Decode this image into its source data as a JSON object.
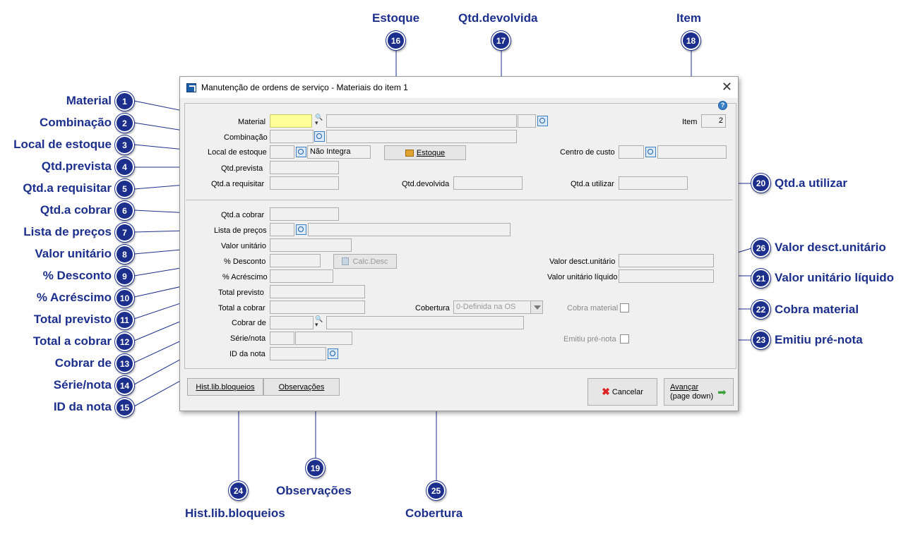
{
  "window": {
    "title": "Manutenção de ordens de serviço - Materiais do item  1",
    "close": "✕"
  },
  "labels": {
    "material": "Material",
    "combinacao": "Combinação",
    "local_estoque": "Local de estoque",
    "qtd_prevista": "Qtd.prevista",
    "qtd_requisitar": "Qtd.a requisitar",
    "qtd_devolvida": "Qtd.devolvida",
    "qtd_utilizar": "Qtd.a utilizar",
    "qtd_cobrar": "Qtd.a cobrar",
    "lista_precos": "Lista de preços",
    "valor_unitario": "Valor unitário",
    "desconto": "% Desconto",
    "acrescimo": "% Acréscimo",
    "total_previsto": "Total previsto",
    "total_cobrar": "Total a cobrar",
    "cobrar_de": "Cobrar de",
    "serie_nota": "Série/nota",
    "id_nota": "ID da nota",
    "item": "Item",
    "centro_custo": "Centro de custo",
    "valor_desc_unitario": "Valor desct.unitário",
    "valor_unitario_liquido": "Valor unitário líquido",
    "cobertura": "Cobertura",
    "cobra_material": "Cobra material",
    "emitiu_pre_nota": "Emitiu pré-nota"
  },
  "values": {
    "item": "2",
    "local_estoque_desc": "Não Integra",
    "cobertura": "0-Definida na OS"
  },
  "buttons": {
    "estoque": "Estoque",
    "calc_desc": "Calc.Desc",
    "hist": "Hist.lib.bloqueios",
    "observacoes": "Observações",
    "cancelar": "Cancelar",
    "avancar1": "Avançar",
    "avancar2": "(page down)"
  },
  "callouts": {
    "c1": {
      "n": "1",
      "t": "Material"
    },
    "c2": {
      "n": "2",
      "t": "Combinação"
    },
    "c3": {
      "n": "3",
      "t": "Local de estoque"
    },
    "c4": {
      "n": "4",
      "t": "Qtd.prevista"
    },
    "c5": {
      "n": "5",
      "t": "Qtd.a requisitar"
    },
    "c6": {
      "n": "6",
      "t": "Qtd.a cobrar"
    },
    "c7": {
      "n": "7",
      "t": "Lista de preços"
    },
    "c8": {
      "n": "8",
      "t": "Valor unitário"
    },
    "c9": {
      "n": "9",
      "t": "% Desconto"
    },
    "c10": {
      "n": "10",
      "t": "% Acréscimo"
    },
    "c11": {
      "n": "11",
      "t": "Total previsto"
    },
    "c12": {
      "n": "12",
      "t": "Total a cobrar"
    },
    "c13": {
      "n": "13",
      "t": "Cobrar de"
    },
    "c14": {
      "n": "14",
      "t": "Série/nota"
    },
    "c15": {
      "n": "15",
      "t": "ID da nota"
    },
    "c16": {
      "n": "16",
      "t": "Estoque"
    },
    "c17": {
      "n": "17",
      "t": "Qtd.devolvida"
    },
    "c18": {
      "n": "18",
      "t": "Item"
    },
    "c19": {
      "n": "19",
      "t": "Observações"
    },
    "c20": {
      "n": "20",
      "t": "Qtd.a utilizar"
    },
    "c21": {
      "n": "21",
      "t": "Valor unitário líquido"
    },
    "c22": {
      "n": "22",
      "t": "Cobra material"
    },
    "c23": {
      "n": "23",
      "t": "Emitiu pré-nota"
    },
    "c24": {
      "n": "24",
      "t": "Hist.lib.bloqueios"
    },
    "c25": {
      "n": "25",
      "t": "Cobertura"
    },
    "c26": {
      "n": "26",
      "t": "Valor desct.unitário"
    }
  },
  "colors": {
    "callout": "#1c2f8c",
    "required_field": "#ffff99"
  }
}
